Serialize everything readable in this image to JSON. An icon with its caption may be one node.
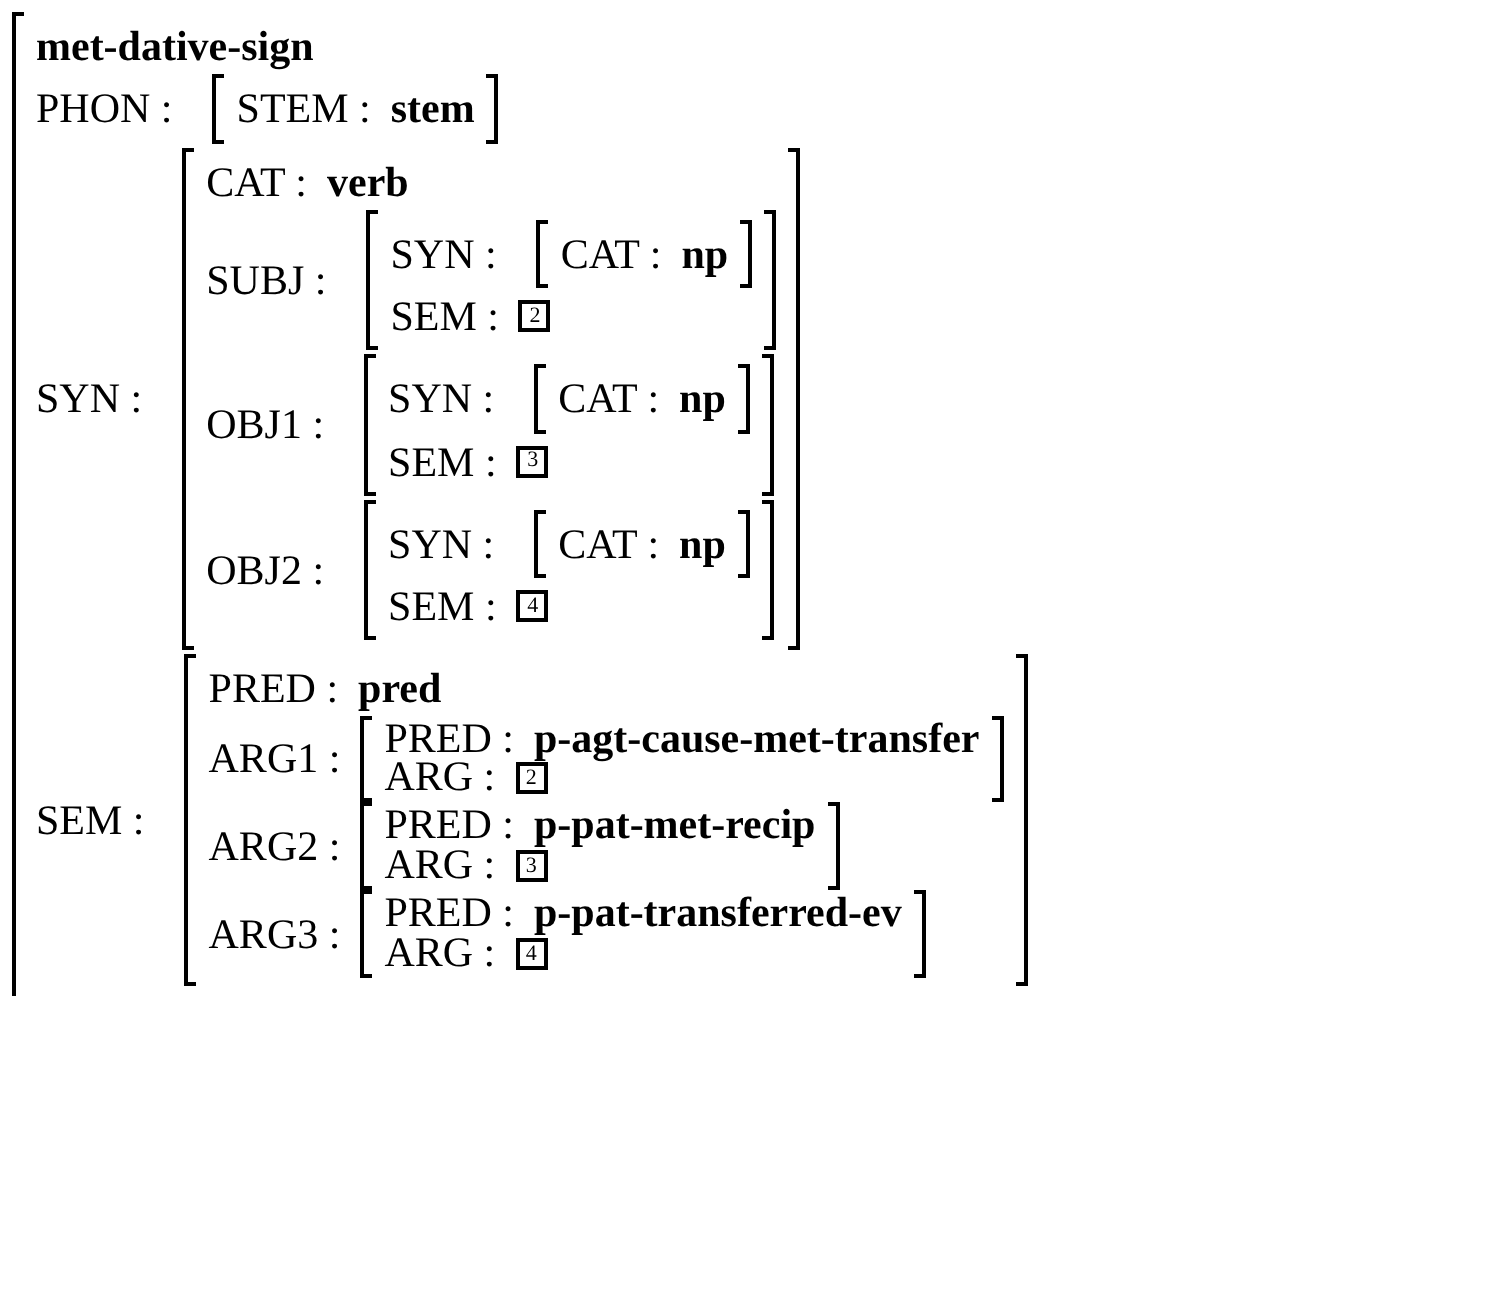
{
  "diagram": {
    "nodes": [
      {
        "text": [
          "met-dative-sign",
          "PHON :",
          "SYN :",
          "SEM :"
        ]
      },
      {
        "text": [
          "STEM :",
          "stem"
        ],
        "in": 0
      },
      {
        "text": [
          "CAT :",
          "verb",
          "SUBJ :",
          "OBJ1 :",
          "OBJ2 :"
        ],
        "in": 0
      },
      {
        "text": [
          "SYN :",
          "SEM :"
        ],
        "in": 2
      },
      {
        "text": [
          "CAT :",
          "np"
        ],
        "in": 3
      },
      {
        "text": [
          "2"
        ],
        "in": 3
      },
      {
        "text": [
          "SYN :",
          "SEM :"
        ],
        "in": 2
      },
      {
        "text": [
          "CAT :",
          "np"
        ],
        "in": 6
      },
      {
        "text": [
          "3"
        ],
        "in": 6
      },
      {
        "text": [
          "SYN :",
          "SEM :"
        ],
        "in": 2
      },
      {
        "text": [
          "CAT :",
          "np"
        ],
        "in": 9
      },
      {
        "text": [
          "4"
        ],
        "in": 9
      },
      {
        "text": [
          "PRED :",
          "pred",
          "ARG1 :",
          "ARG2 :",
          "ARG3 :"
        ],
        "in": 0
      },
      {
        "text": [
          "PRED :",
          "p-agt-cause-met-transfer",
          "ARG :"
        ],
        "in": 12
      },
      {
        "text": [
          "2"
        ],
        "in": 13
      },
      {
        "text": [
          "PRED :",
          "p-pat-met-recip",
          "ARG :"
        ],
        "in": 12
      },
      {
        "text": [
          "3"
        ],
        "in": 15
      },
      {
        "text": [
          "PRED :",
          "p-pat-transferred-ev",
          "ARG :"
        ],
        "in": 12
      },
      {
        "text": [
          "4"
        ],
        "in": 17
      }
    ]
  }
}
